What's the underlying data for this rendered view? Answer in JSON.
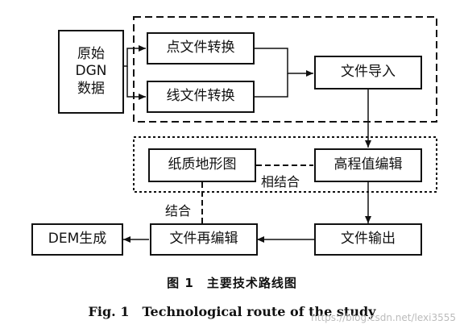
{
  "nodes": {
    "raw_dgn": [
      "原始",
      "DGN",
      "数据"
    ],
    "point_convert": "点文件转换",
    "line_convert": "线文件转换",
    "file_import": "文件导入",
    "height_edit": "高程值编辑",
    "paper_map": "纸质地形图",
    "file_output": "文件输出",
    "file_reedit": "文件再编辑",
    "dem": "DEM生成"
  },
  "labels": {
    "combine_with": "相结合",
    "combine": "结合"
  },
  "caption": {
    "cn": "图 1　主要技术路线图",
    "en": "Fig. 1　Technological route of the study"
  },
  "watermark": "https://blog.csdn.net/lexi3555"
}
